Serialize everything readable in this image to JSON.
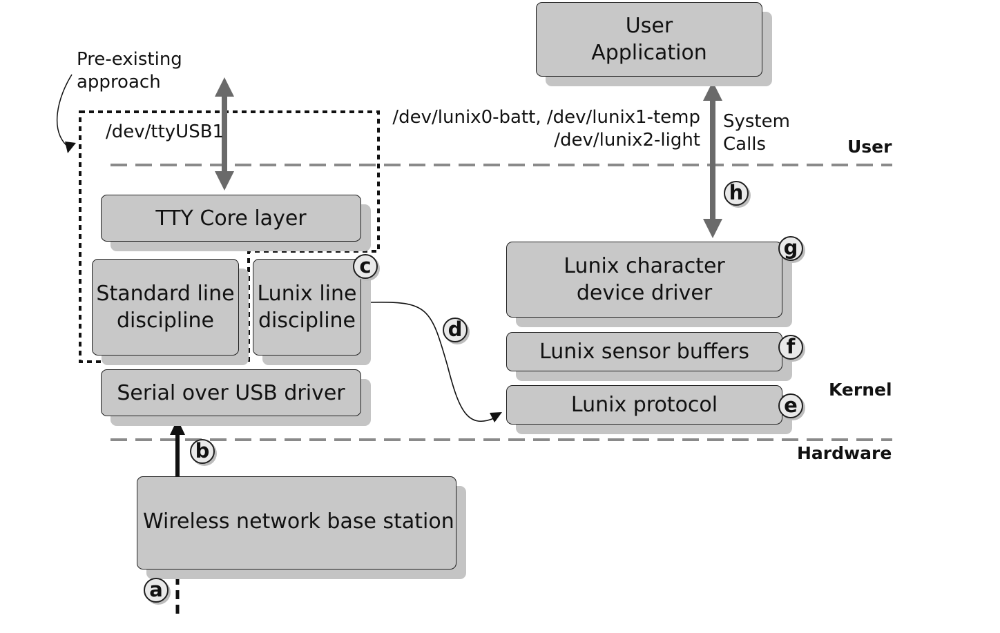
{
  "layers": {
    "user": "User",
    "kernel": "Kernel",
    "hardware": "Hardware"
  },
  "boxes": {
    "user_app": [
      "User",
      "Application"
    ],
    "tty_core": "TTY Core layer",
    "std_ld": [
      "Standard line",
      "discipline"
    ],
    "lunix_ld": [
      "Lunix line",
      "discipline"
    ],
    "serial_usb": "Serial over USB driver",
    "base_station": "Wireless network base station",
    "lunix_chrdev": [
      "Lunix character",
      "device driver"
    ],
    "lunix_buffers": "Lunix sensor buffers",
    "lunix_protocol": "Lunix protocol"
  },
  "labels": {
    "pre_existing": [
      "Pre-existing",
      "approach"
    ],
    "tty_dev": "/dev/ttyUSB1",
    "lunix_devs": [
      "/dev/lunix0-batt, /dev/lunix1-temp",
      "/dev/lunix2-light"
    ],
    "system_calls": [
      "System",
      "Calls"
    ]
  },
  "badges": {
    "a": "a",
    "b": "b",
    "c": "c",
    "d": "d",
    "e": "e",
    "f": "f",
    "g": "g",
    "h": "h"
  }
}
